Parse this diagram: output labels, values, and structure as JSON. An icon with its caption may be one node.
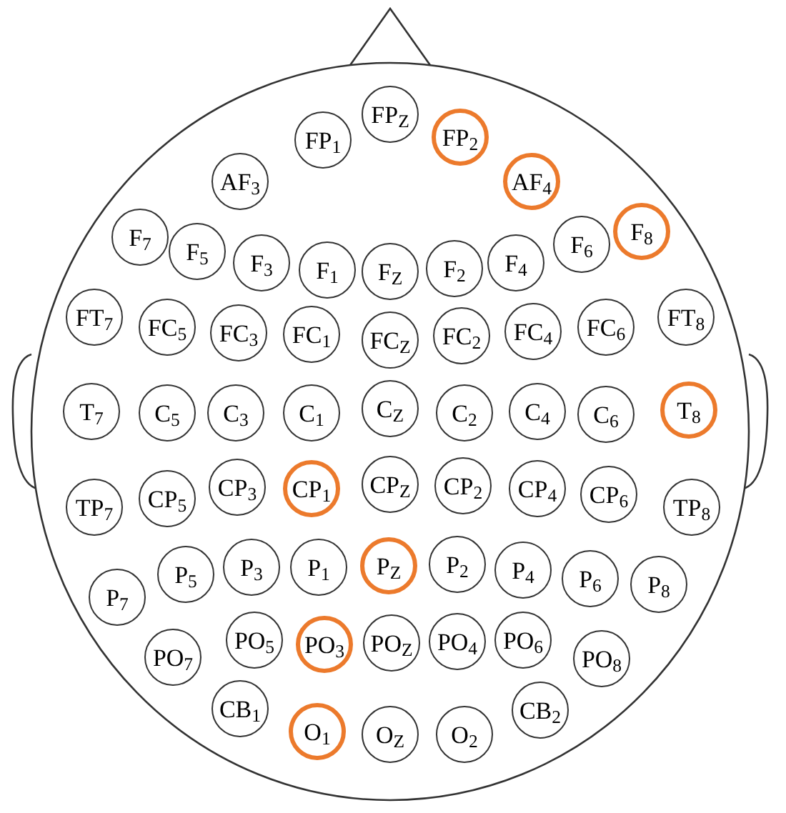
{
  "diagram": {
    "nodes": [
      {
        "text": [
          "FP$_{1}$"
        ]
      },
      {
        "text": [
          "FP$_{Z}$"
        ]
      },
      {
        "text": [
          "FP$_{2}$"
        ]
      },
      {
        "text": [
          "AF$_{3}$"
        ]
      },
      {
        "text": [
          "AF$_{4}$"
        ]
      },
      {
        "text": [
          "F$_{7}$"
        ]
      },
      {
        "text": [
          "F$_{5}$"
        ]
      },
      {
        "text": [
          "F$_{3}$"
        ]
      },
      {
        "text": [
          "F$_{1}$"
        ]
      },
      {
        "text": [
          "F$_{Z}$"
        ]
      },
      {
        "text": [
          "F$_{2}$"
        ]
      },
      {
        "text": [
          "F$_{4}$"
        ]
      },
      {
        "text": [
          "F$_{6}$"
        ]
      },
      {
        "text": [
          "F$_{8}$"
        ]
      },
      {
        "text": [
          "FT$_{7}$"
        ]
      },
      {
        "text": [
          "FC$_{5}$"
        ]
      },
      {
        "text": [
          "FC$_{3}$"
        ]
      },
      {
        "text": [
          "FC$_{1}$"
        ]
      },
      {
        "text": [
          "FC$_{Z}$"
        ]
      },
      {
        "text": [
          "FC$_{2}$"
        ]
      },
      {
        "text": [
          "FC$_{4}$"
        ]
      },
      {
        "text": [
          "FC$_{6}$"
        ]
      },
      {
        "text": [
          "FT$_{8}$"
        ]
      },
      {
        "text": [
          "T$_{7}$"
        ]
      },
      {
        "text": [
          "C$_{5}$"
        ]
      },
      {
        "text": [
          "C$_{3}$"
        ]
      },
      {
        "text": [
          "C$_{1}$"
        ]
      },
      {
        "text": [
          "C$_{Z}$"
        ]
      },
      {
        "text": [
          "C$_{2}$"
        ]
      },
      {
        "text": [
          "C$_{4}$"
        ]
      },
      {
        "text": [
          "C$_{6}$"
        ]
      },
      {
        "text": [
          "T$_{8}$"
        ]
      },
      {
        "text": [
          "TP$_{7}$"
        ]
      },
      {
        "text": [
          "CP$_{5}$"
        ]
      },
      {
        "text": [
          "CP$_{3}$"
        ]
      },
      {
        "text": [
          "CP$_{1}$"
        ]
      },
      {
        "text": [
          "CP$_{Z}$"
        ]
      },
      {
        "text": [
          "CP$_{2}$"
        ]
      },
      {
        "text": [
          "CP$_{4}$"
        ]
      },
      {
        "text": [
          "CP$_{6}$"
        ]
      },
      {
        "text": [
          "TP$_{8}$"
        ]
      },
      {
        "text": [
          "P$_{7}$"
        ]
      },
      {
        "text": [
          "P$_{5}$"
        ]
      },
      {
        "text": [
          "P$_{3}$"
        ]
      },
      {
        "text": [
          "P$_{1}$"
        ]
      },
      {
        "text": [
          "P$_{Z}$"
        ]
      },
      {
        "text": [
          "P$_{2}$"
        ]
      },
      {
        "text": [
          "P$_{4}$"
        ]
      },
      {
        "text": [
          "P$_{6}$"
        ]
      },
      {
        "text": [
          "P$_{8}$"
        ]
      },
      {
        "text": [
          "PO$_{7}$"
        ]
      },
      {
        "text": [
          "PO$_{5}$"
        ]
      },
      {
        "text": [
          "PO$_{3}$"
        ]
      },
      {
        "text": [
          "PO$_{Z}$"
        ]
      },
      {
        "text": [
          "PO$_{4}$"
        ]
      },
      {
        "text": [
          "PO$_{6}$"
        ]
      },
      {
        "text": [
          "PO$_{8}$"
        ]
      },
      {
        "text": [
          "CB$_{1}$"
        ]
      },
      {
        "text": [
          "O$_{1}$"
        ]
      },
      {
        "text": [
          "O$_{Z}$"
        ]
      },
      {
        "text": [
          "O$_{2}$"
        ]
      },
      {
        "text": [
          "CB$_{2}$"
        ]
      }
    ]
  }
}
